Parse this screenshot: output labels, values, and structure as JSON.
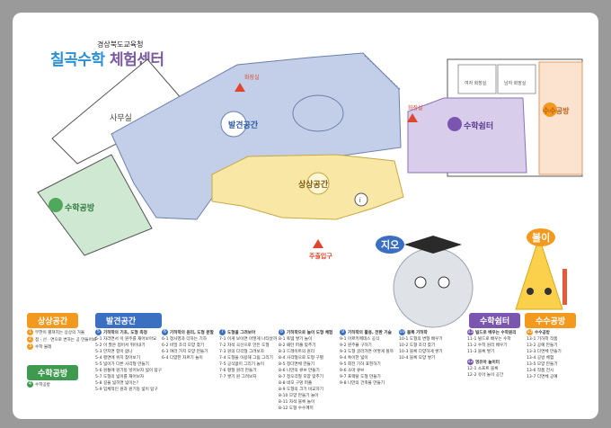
{
  "header": {
    "org": "경상북도교육청",
    "title_part1": "칠곡수학",
    "title_part2": "체험센터"
  },
  "map": {
    "office_label": "사무실",
    "restroom_label": "화장실",
    "entrance_label": "주출입구",
    "women_restroom": "여자 화장실",
    "men_restroom": "남자 화장실",
    "info_label": "안내",
    "zones": {
      "discovery": "발견공간",
      "imagination": "상상공간",
      "math_workshop_left": "수학공방",
      "math_rest": "수학쉼터",
      "math_craft": "수수공방"
    }
  },
  "characters": {
    "left": "지오",
    "right": "볼이"
  },
  "legend": {
    "imagination_title": "상상공간",
    "imagination_items": [
      {
        "num": "1",
        "text": "무한이 펼쳐지는 상상의 거울"
      },
      {
        "num": "2",
        "text": "점 · 선 · 면으로 변하는 공 만들어봐"
      },
      {
        "num": "3",
        "text": "수학 물레"
      }
    ],
    "workshop_title": "수학공방",
    "workshop_items": [
      {
        "num": "4",
        "text": "수학공방"
      }
    ],
    "discovery_title": "발견공간",
    "discovery_groups": [
      {
        "num": "5",
        "title": "기하학의 기초, 도형 측정",
        "lines": [
          "5-1 자라면서 이 원주를 재어보아요",
          "5-2 이 팔은 접어서 쥐어내기",
          "5-3 만지면 합이 없나",
          "5-4 평면에 위치 찾아보기",
          "5-5 넓이가 다른 사각형 만들기",
          "5-6 원통에 원기둥 넣어보자 넓이 탐구",
          "5-7 도형의 넓이를 재어보자",
          "5-8 길을 넓히면 넓이는?",
          "5-9 입체적인 원과 원기둥 넓이 탐구"
        ]
      },
      {
        "num": "6",
        "title": "기하학의 원리, 도형 분할",
        "lines": [
          "6-1 정사영과 더하는 기하",
          "6-2 비밀 조각 모양 찾기",
          "6-3 여러 가지 모양 만들기",
          "6-4 다양한 자르기 놀이"
        ]
      },
      {
        "num": "7",
        "title": "도형을 그려보아",
        "lines": [
          "7-1 이게 보이면 어떻게 나타날까",
          "7-2 자석 곡선으로 만든 도형",
          "7-3 원의 다각형 그려보자",
          "7-4 도형을 이용해 그림 그리기",
          "7-5 공식없이 그리기 놀이",
          "7-6 평형 원리 만들기",
          "7-7 쌓기 원 그려보자"
        ]
      },
      {
        "num": "8",
        "title": "기하학으로 놀이 도형 체험",
        "lines": [
          "8-1 토템 쌓기 놀이",
          "8-2 패턴 퍼즐 맞추기",
          "8-3 드레이트의 원리",
          "8-4 사각형으로 도형 구별",
          "8-5 정다면체 만들기",
          "8-6 나만의 큐브 만들기",
          "8-7 정오각형 모양 맞추기",
          "8-8 네모 구멍 퍼즐",
          "8-9 도형의 크기 비교하기",
          "8-10 모양 만들기 놀이",
          "8-11 자석 블록 놀이",
          "8-12 도형 수수께끼"
        ]
      },
      {
        "num": "9",
        "title": "기하학의 활용, 전환 기술",
        "lines": [
          "9-1 아르키메데스 공식",
          "9-2 원주율 구하기",
          "9-3 도형 굴러가면 어떻게 될까",
          "9-4 특이한 넓이",
          "9-5 회전 기하 표현하기",
          "9-6 소마 큐브",
          "9-7 프랙탈 도형 만들기",
          "9-8 나만의 건축물 만들기"
        ]
      },
      {
        "num": "10",
        "title": "블록 기하학",
        "lines": [
          "10-1 도형의 변형 배우기",
          "10-2 도형 조각 찾기",
          "10-3 블록 다양하게 쌓기",
          "10-4 블록 모양 쌓기"
        ]
      }
    ],
    "rest_title": "수학쉼터",
    "rest_groups": [
      {
        "num": "11",
        "title": "빌드로 배우는 수학원리",
        "lines": [
          "11-1 빌드로 배우는 수학",
          "11-2 수학 원리 배우기",
          "11-3 블록 쌓기"
        ]
      },
      {
        "num": "12",
        "title": "영유아 놀이터",
        "lines": [
          "12-1 소프트 블록",
          "12-2 유아 놀이 공간"
        ]
      }
    ],
    "craft_title": "수수공방",
    "craft_groups": [
      {
        "num": "13",
        "title": "수수공방",
        "lines": [
          "13-1 기하학 작품",
          "13-2 공예 만들기",
          "13-3 다면체 만들기",
          "13-4 공방 체험",
          "13-5 모양 만들기",
          "13-6 작품 전시",
          "13-7 다면체 공예"
        ]
      }
    ]
  },
  "colors": {
    "blue_zone": "#c3cfe8",
    "yellow_zone": "#f9e7a6",
    "purple_zone": "#d8cdea",
    "orange_zone": "#fbe3cf",
    "green_zone": "#cfe8d2",
    "orange_tag": "#f39a1e",
    "blue_tag": "#3a6fc2",
    "purple_tag": "#7a56b0",
    "green_tag": "#3e9a4e",
    "entrance_red": "#e1452c"
  }
}
